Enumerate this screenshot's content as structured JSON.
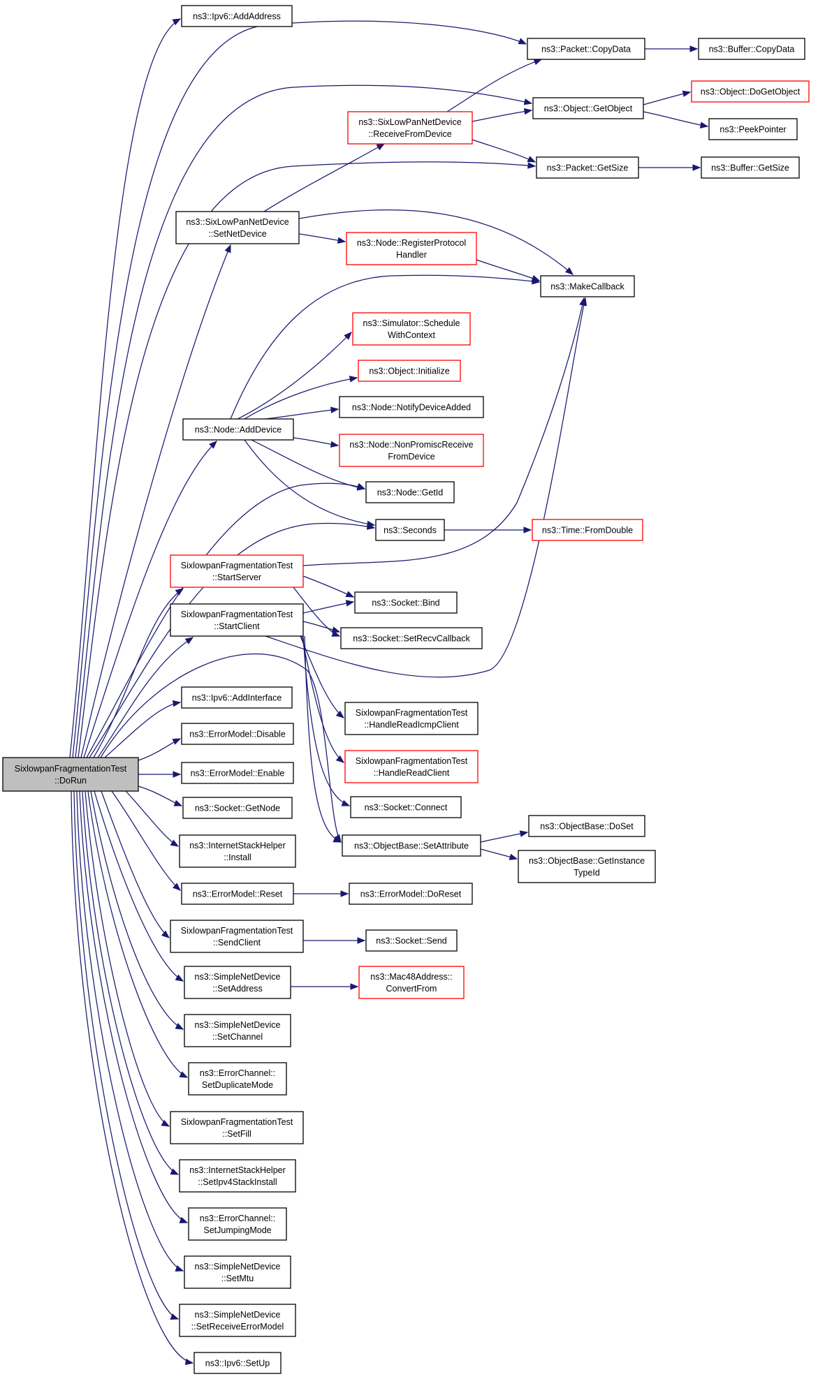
{
  "colors": {
    "edge": "#191970",
    "node_border": "#000000",
    "truncated_node_border": "#ff0000",
    "root_fill": "#bfbfbf"
  },
  "nodes": [
    {
      "id": "root",
      "lines": [
        "SixlowpanFragmentationTest",
        "::DoRun"
      ],
      "style": "root"
    },
    {
      "id": "ipv6_addaddress",
      "lines": [
        "ns3::Ipv6::AddAddress"
      ]
    },
    {
      "id": "packet_copydata",
      "lines": [
        "ns3::Packet::CopyData"
      ]
    },
    {
      "id": "buffer_copydata",
      "lines": [
        "ns3::Buffer::CopyData"
      ]
    },
    {
      "id": "object_getobject",
      "lines": [
        "ns3::Object::GetObject"
      ]
    },
    {
      "id": "object_dogetobject",
      "lines": [
        "ns3::Object::DoGetObject"
      ],
      "style": "red"
    },
    {
      "id": "peekpointer",
      "lines": [
        "ns3::PeekPointer"
      ]
    },
    {
      "id": "sixlowpan_receive",
      "lines": [
        "ns3::SixLowPanNetDevice",
        "::ReceiveFromDevice"
      ],
      "style": "red"
    },
    {
      "id": "packet_getsize",
      "lines": [
        "ns3::Packet::GetSize"
      ]
    },
    {
      "id": "buffer_getsize",
      "lines": [
        "ns3::Buffer::GetSize"
      ]
    },
    {
      "id": "sixlowpan_setnetdevice",
      "lines": [
        "ns3::SixLowPanNetDevice",
        "::SetNetDevice"
      ]
    },
    {
      "id": "node_registerprotocol",
      "lines": [
        "ns3::Node::RegisterProtocol",
        "Handler"
      ],
      "style": "red"
    },
    {
      "id": "makecallback",
      "lines": [
        "ns3::MakeCallback"
      ]
    },
    {
      "id": "simulator_schedule",
      "lines": [
        "ns3::Simulator::Schedule",
        "WithContext"
      ],
      "style": "red"
    },
    {
      "id": "object_initialize",
      "lines": [
        "ns3::Object::Initialize"
      ],
      "style": "red"
    },
    {
      "id": "node_notify",
      "lines": [
        "ns3::Node::NotifyDeviceAdded"
      ]
    },
    {
      "id": "node_adddevice",
      "lines": [
        "ns3::Node::AddDevice"
      ]
    },
    {
      "id": "node_nonpromisc",
      "lines": [
        "ns3::Node::NonPromiscReceive",
        "FromDevice"
      ],
      "style": "red"
    },
    {
      "id": "node_getid",
      "lines": [
        "ns3::Node::GetId"
      ]
    },
    {
      "id": "seconds",
      "lines": [
        "ns3::Seconds"
      ]
    },
    {
      "id": "time_fromdouble",
      "lines": [
        "ns3::Time::FromDouble"
      ],
      "style": "red"
    },
    {
      "id": "startserver",
      "lines": [
        "SixlowpanFragmentationTest",
        "::StartServer"
      ],
      "style": "red"
    },
    {
      "id": "socket_bind",
      "lines": [
        "ns3::Socket::Bind"
      ]
    },
    {
      "id": "startclient",
      "lines": [
        "SixlowpanFragmentationTest",
        "::StartClient"
      ]
    },
    {
      "id": "socket_setrecv",
      "lines": [
        "ns3::Socket::SetRecvCallback"
      ]
    },
    {
      "id": "ipv6_addinterface",
      "lines": [
        "ns3::Ipv6::AddInterface"
      ]
    },
    {
      "id": "handleicmp",
      "lines": [
        "SixlowpanFragmentationTest",
        "::HandleReadIcmpClient"
      ]
    },
    {
      "id": "errormodel_disable",
      "lines": [
        "ns3::ErrorModel::Disable"
      ]
    },
    {
      "id": "handleread",
      "lines": [
        "SixlowpanFragmentationTest",
        "::HandleReadClient"
      ],
      "style": "red"
    },
    {
      "id": "errormodel_enable",
      "lines": [
        "ns3::ErrorModel::Enable"
      ]
    },
    {
      "id": "socket_getnode",
      "lines": [
        "ns3::Socket::GetNode"
      ]
    },
    {
      "id": "socket_connect",
      "lines": [
        "ns3::Socket::Connect"
      ]
    },
    {
      "id": "objectbase_doset",
      "lines": [
        "ns3::ObjectBase::DoSet"
      ]
    },
    {
      "id": "internet_install",
      "lines": [
        "ns3::InternetStackHelper",
        "::Install"
      ]
    },
    {
      "id": "objectbase_setattr",
      "lines": [
        "ns3::ObjectBase::SetAttribute"
      ]
    },
    {
      "id": "objectbase_getinstance",
      "lines": [
        "ns3::ObjectBase::GetInstance",
        "TypeId"
      ]
    },
    {
      "id": "errormodel_reset",
      "lines": [
        "ns3::ErrorModel::Reset"
      ]
    },
    {
      "id": "errormodel_doreset",
      "lines": [
        "ns3::ErrorModel::DoReset"
      ]
    },
    {
      "id": "sendclient",
      "lines": [
        "SixlowpanFragmentationTest",
        "::SendClient"
      ]
    },
    {
      "id": "socket_send",
      "lines": [
        "ns3::Socket::Send"
      ]
    },
    {
      "id": "simple_setaddress",
      "lines": [
        "ns3::SimpleNetDevice",
        "::SetAddress"
      ]
    },
    {
      "id": "mac48_convertfrom",
      "lines": [
        "ns3::Mac48Address::",
        "ConvertFrom"
      ],
      "style": "red"
    },
    {
      "id": "simple_setchannel",
      "lines": [
        "ns3::SimpleNetDevice",
        "::SetChannel"
      ]
    },
    {
      "id": "errorchannel_dup",
      "lines": [
        "ns3::ErrorChannel::",
        "SetDuplicateMode"
      ]
    },
    {
      "id": "setfill",
      "lines": [
        "SixlowpanFragmentationTest",
        "::SetFill"
      ]
    },
    {
      "id": "internet_setipv4",
      "lines": [
        "ns3::InternetStackHelper",
        "::SetIpv4StackInstall"
      ]
    },
    {
      "id": "errorchannel_jump",
      "lines": [
        "ns3::ErrorChannel::",
        "SetJumpingMode"
      ]
    },
    {
      "id": "simple_setmtu",
      "lines": [
        "ns3::SimpleNetDevice",
        "::SetMtu"
      ]
    },
    {
      "id": "simple_setrecverr",
      "lines": [
        "ns3::SimpleNetDevice",
        "::SetReceiveErrorModel"
      ]
    },
    {
      "id": "ipv6_setup",
      "lines": [
        "ns3::Ipv6::SetUp"
      ]
    }
  ],
  "edges": [
    {
      "from": "root",
      "to": "ipv6_addaddress"
    },
    {
      "from": "root",
      "to": "packet_copydata"
    },
    {
      "from": "root",
      "to": "object_getobject"
    },
    {
      "from": "root",
      "to": "packet_getsize"
    },
    {
      "from": "root",
      "to": "sixlowpan_setnetdevice"
    },
    {
      "from": "root",
      "to": "node_adddevice"
    },
    {
      "from": "root",
      "to": "node_getid"
    },
    {
      "from": "root",
      "to": "seconds"
    },
    {
      "from": "root",
      "to": "startserver"
    },
    {
      "from": "root",
      "to": "startclient"
    },
    {
      "from": "root",
      "to": "objectbase_setattr"
    },
    {
      "from": "root",
      "to": "ipv6_addinterface"
    },
    {
      "from": "root",
      "to": "errormodel_disable"
    },
    {
      "from": "root",
      "to": "errormodel_enable"
    },
    {
      "from": "root",
      "to": "socket_getnode"
    },
    {
      "from": "root",
      "to": "internet_install"
    },
    {
      "from": "root",
      "to": "errormodel_reset"
    },
    {
      "from": "root",
      "to": "sendclient"
    },
    {
      "from": "root",
      "to": "simple_setaddress"
    },
    {
      "from": "root",
      "to": "simple_setchannel"
    },
    {
      "from": "root",
      "to": "errorchannel_dup"
    },
    {
      "from": "root",
      "to": "setfill"
    },
    {
      "from": "root",
      "to": "internet_setipv4"
    },
    {
      "from": "root",
      "to": "errorchannel_jump"
    },
    {
      "from": "root",
      "to": "simple_setmtu"
    },
    {
      "from": "root",
      "to": "simple_setrecverr"
    },
    {
      "from": "root",
      "to": "ipv6_setup"
    },
    {
      "from": "packet_copydata",
      "to": "buffer_copydata"
    },
    {
      "from": "object_getobject",
      "to": "object_dogetobject"
    },
    {
      "from": "object_getobject",
      "to": "peekpointer"
    },
    {
      "from": "sixlowpan_receive",
      "to": "packet_copydata"
    },
    {
      "from": "sixlowpan_receive",
      "to": "object_getobject"
    },
    {
      "from": "sixlowpan_receive",
      "to": "packet_getsize"
    },
    {
      "from": "packet_getsize",
      "to": "buffer_getsize"
    },
    {
      "from": "sixlowpan_setnetdevice",
      "to": "sixlowpan_receive"
    },
    {
      "from": "sixlowpan_setnetdevice",
      "to": "makecallback"
    },
    {
      "from": "sixlowpan_setnetdevice",
      "to": "node_registerprotocol"
    },
    {
      "from": "node_registerprotocol",
      "to": "makecallback"
    },
    {
      "from": "node_adddevice",
      "to": "makecallback"
    },
    {
      "from": "node_adddevice",
      "to": "simulator_schedule"
    },
    {
      "from": "node_adddevice",
      "to": "object_initialize"
    },
    {
      "from": "node_adddevice",
      "to": "node_notify"
    },
    {
      "from": "node_adddevice",
      "to": "node_nonpromisc"
    },
    {
      "from": "node_adddevice",
      "to": "node_getid"
    },
    {
      "from": "node_adddevice",
      "to": "seconds"
    },
    {
      "from": "seconds",
      "to": "time_fromdouble"
    },
    {
      "from": "startserver",
      "to": "makecallback"
    },
    {
      "from": "startserver",
      "to": "socket_bind"
    },
    {
      "from": "startserver",
      "to": "socket_setrecv"
    },
    {
      "from": "startclient",
      "to": "socket_bind"
    },
    {
      "from": "startclient",
      "to": "socket_setrecv"
    },
    {
      "from": "startclient",
      "to": "makecallback"
    },
    {
      "from": "startclient",
      "to": "handleicmp"
    },
    {
      "from": "startclient",
      "to": "handleread"
    },
    {
      "from": "startclient",
      "to": "socket_connect"
    },
    {
      "from": "startclient",
      "to": "objectbase_setattr"
    },
    {
      "from": "objectbase_setattr",
      "to": "objectbase_doset"
    },
    {
      "from": "objectbase_setattr",
      "to": "objectbase_getinstance"
    },
    {
      "from": "errormodel_reset",
      "to": "errormodel_doreset"
    },
    {
      "from": "sendclient",
      "to": "socket_send"
    },
    {
      "from": "simple_setaddress",
      "to": "mac48_convertfrom"
    }
  ]
}
